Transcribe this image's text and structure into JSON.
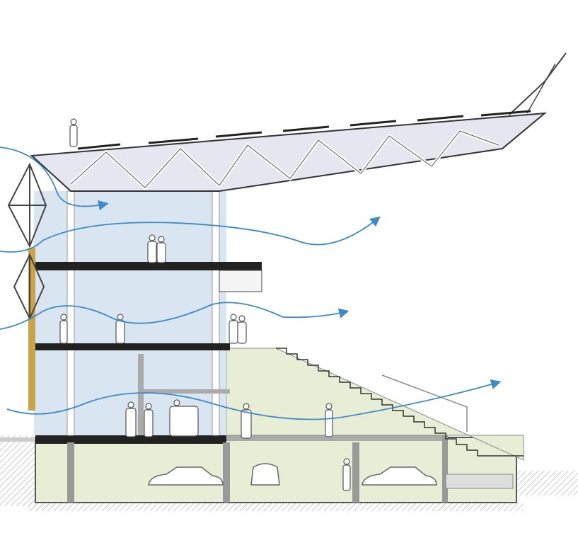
{
  "title": "",
  "colors": {
    "interior": "#d9e6f2",
    "stand": "#e8eed6",
    "basement": "#e8eed6",
    "roof_underside": "#e6e6f0",
    "airflow": "#3f8ac4",
    "structure": "#333333",
    "slab": "#222222",
    "ground_hatch": "#888888"
  },
  "icons": [
    "airflow-arrow",
    "person-silhouette",
    "car-silhouette",
    "solar-panel",
    "wind-turbine"
  ]
}
